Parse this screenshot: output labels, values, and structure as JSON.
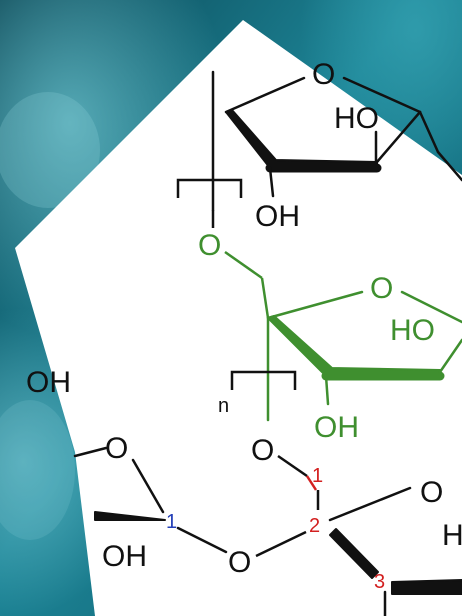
{
  "labels": {
    "top_ring_o": "O",
    "top_ho": "HO",
    "top_oh": "OH",
    "link_o_left": "O",
    "green_ring_o": "O",
    "green_ho": "HO",
    "green_oh": "OH",
    "repeat_n": "n",
    "lower_link_o": "O",
    "left_oh_partial": "OH",
    "lower_ring_o": "O",
    "lower_right_o": "O",
    "lower_right_h": "H",
    "bottom_link_o": "O",
    "bottom_oh_partial": "OH",
    "atom_num_1_blue": "1",
    "atom_num_1_red": "1",
    "atom_num_2_red": "2",
    "atom_num_3_red": "3"
  },
  "colors": {
    "background_dark": "#0b4c5d",
    "background_light": "#2fa6b5",
    "panel": "#ffffff",
    "black": "#111111",
    "green": "#3f8f2f",
    "red": "#d32020",
    "blue": "#2540b8"
  }
}
